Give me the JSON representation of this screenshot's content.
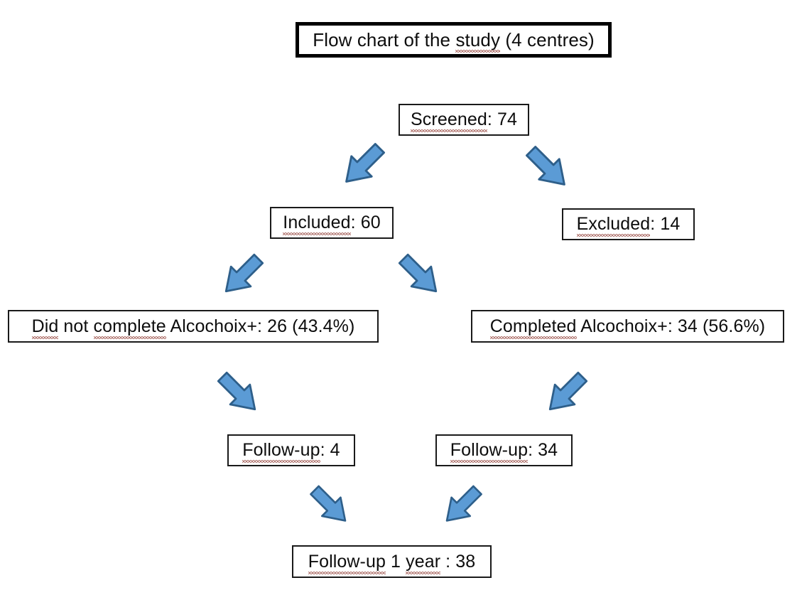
{
  "figure": {
    "title": "Flow chart of the study (4 centres)",
    "accent_color": "#5B9BD5",
    "accent_stroke": "#2E75B6",
    "box_border_color": "#1A1A1A",
    "text_color": "#0D0D0D",
    "background": "#FFFFFF",
    "spellcheck_underline_color": "#A8625C"
  },
  "nodes": {
    "title": {
      "label": "Flow chart of the study (4 centres)",
      "misspelled": [
        "study"
      ]
    },
    "screened": {
      "label": "Screened: 74",
      "count": 74,
      "misspelled": [
        "Screened"
      ]
    },
    "included": {
      "label": "Included: 60",
      "count": 60,
      "misspelled": [
        "Included"
      ]
    },
    "excluded": {
      "label": "Excluded: 14",
      "count": 14,
      "misspelled": [
        "Excluded"
      ]
    },
    "did_not_complete": {
      "label": "Did not complete Alcochoix+: 26 (43.4%)",
      "count": 26,
      "percent": "43.4%",
      "misspelled": [
        "Did",
        "complete"
      ]
    },
    "completed": {
      "label": "Completed Alcochoix+: 34 (56.6%)",
      "count": 34,
      "percent": "56.6%",
      "misspelled": [
        "Completed"
      ]
    },
    "followup_left": {
      "label": "Follow-up: 4",
      "count": 4,
      "misspelled": [
        "Follow-up"
      ]
    },
    "followup_right": {
      "label": "Follow-up: 34",
      "count": 34,
      "misspelled": [
        "Follow-up"
      ]
    },
    "followup_year": {
      "label": "Follow-up 1 year : 38",
      "count": 38,
      "misspelled": [
        "Follow-up",
        "year"
      ]
    }
  },
  "flow": {
    "edges": [
      {
        "from": "screened",
        "to": "included",
        "direction": "down-left"
      },
      {
        "from": "screened",
        "to": "excluded",
        "direction": "down-right"
      },
      {
        "from": "included",
        "to": "did_not_complete",
        "direction": "down-left"
      },
      {
        "from": "included",
        "to": "completed",
        "direction": "down-right"
      },
      {
        "from": "did_not_complete",
        "to": "followup_left",
        "direction": "down-right"
      },
      {
        "from": "completed",
        "to": "followup_right",
        "direction": "down-left"
      },
      {
        "from": "followup_left",
        "to": "followup_year",
        "direction": "down-right"
      },
      {
        "from": "followup_right",
        "to": "followup_year",
        "direction": "down-left"
      }
    ]
  }
}
